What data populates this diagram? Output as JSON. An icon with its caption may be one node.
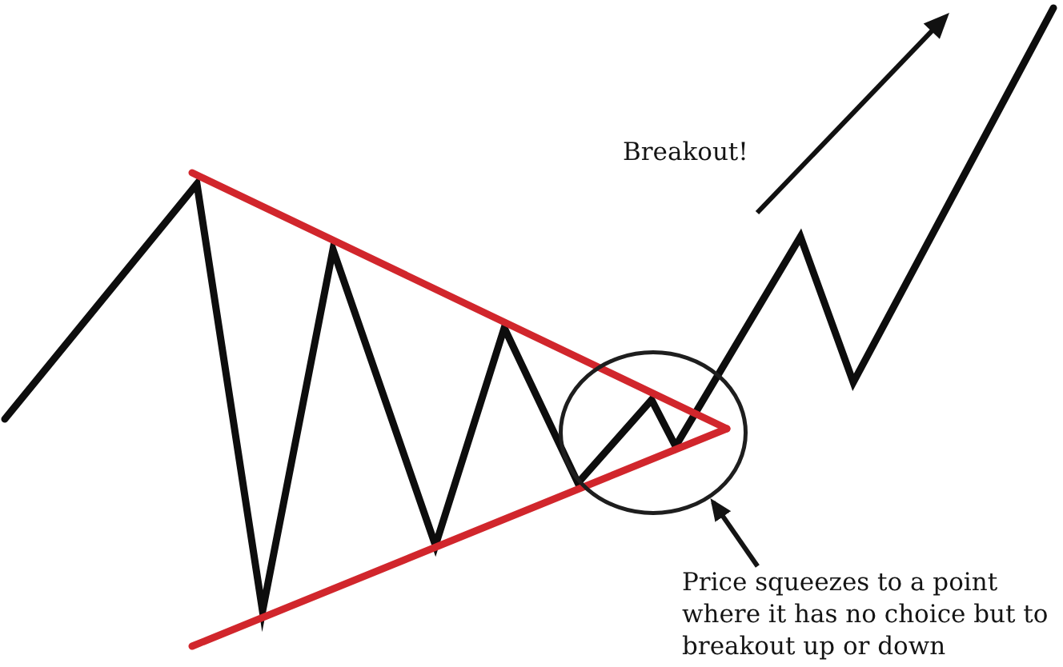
{
  "diagram": {
    "nodes": [
      {
        "text": [],
        "shape": "circle"
      },
      {
        "text": [
          "Price squeezes to a point where it has no choice but to breakout up or down"
        ]
      }
    ],
    "edges": [
      {
        "from": 1,
        "to": 0,
        "arrow": "to"
      }
    ],
    "labels": [
      "Breakout!"
    ]
  }
}
